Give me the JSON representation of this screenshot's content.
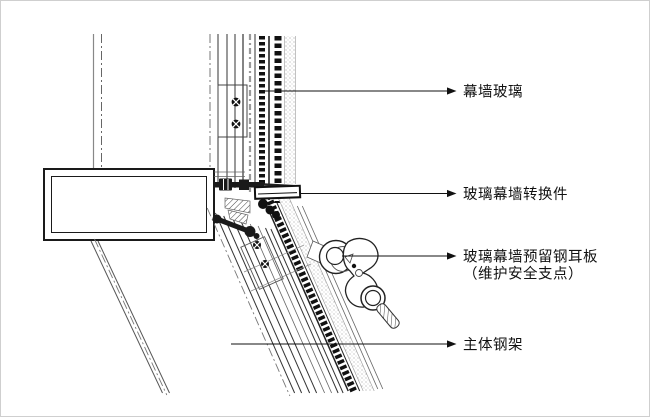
{
  "diagram": {
    "background": "#ffffff",
    "ink": "#1a1a1a",
    "labels": {
      "curtain_wall_glass": "幕墙玻璃",
      "transition_piece": "玻璃幕墙转换件",
      "ear_plate_line1": "玻璃幕墙预留钢耳板",
      "ear_plate_line2": "（维护安全支点）",
      "main_steel_frame": "主体钢架"
    }
  }
}
